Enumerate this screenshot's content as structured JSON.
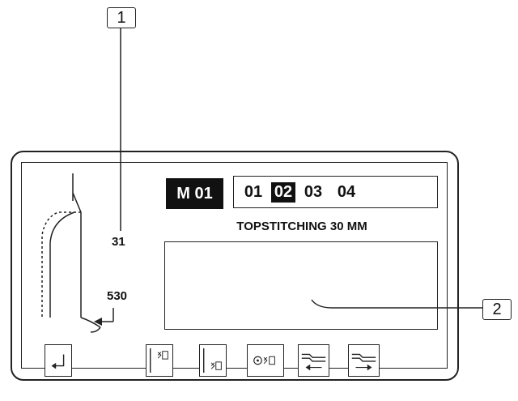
{
  "callouts": {
    "first": "1",
    "second": "2"
  },
  "mode": {
    "label": "M 01"
  },
  "steps": [
    {
      "label": "01",
      "active": false
    },
    {
      "label": "02",
      "active": true
    },
    {
      "label": "03",
      "active": false
    },
    {
      "label": "04",
      "active": false
    }
  ],
  "program": {
    "title": "TOPSTITCHING 30 MM"
  },
  "values": {
    "upper": "31",
    "lower": "530"
  },
  "icons": {
    "return": "enter-arrow-icon",
    "cutter_top": "cutter-top-icon",
    "cutter_bottom": "cutter-bottom-icon",
    "sensor": "sensor-cutter-icon",
    "feed_back": "feed-back-icon",
    "feed_forward": "feed-forward-icon"
  }
}
